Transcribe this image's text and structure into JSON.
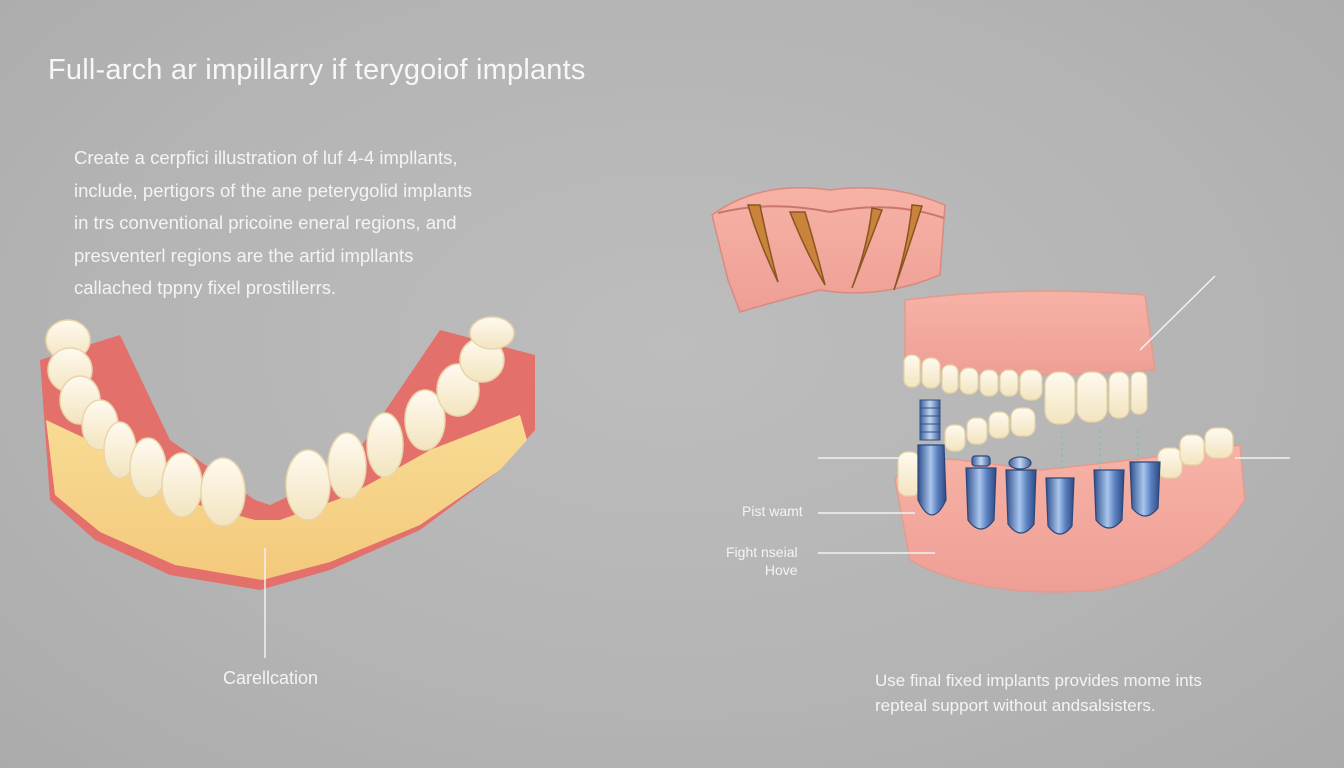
{
  "title": "Full-arch ar impillarry if terygoiof implants",
  "intro": {
    "lines": [
      "Create a cerpfici illustration of luf 4-4 impllants,",
      "include, pertigors of the ane peterygolid implants",
      "in trs conventional pricoine eneral regions,  and",
      "presventerl regions are the artid impllants",
      "callached tppny fixel prostillerrs."
    ]
  },
  "labels": {
    "calcification": "Carellcation",
    "post_want": "Pist wamt",
    "fight_line1": "Fight nseial",
    "fight_line2": "Hove"
  },
  "footnote": {
    "lines": [
      "Use final fixed implants provides mome ints",
      "repteal support without andsalsisters."
    ]
  },
  "colors": {
    "background": "#b7b7b7",
    "gum": "#f2a8a0",
    "gum_red": "#e46868",
    "bone": "#f7d78a",
    "tooth": "#fbf4e0",
    "implant": "#4a6fae"
  }
}
